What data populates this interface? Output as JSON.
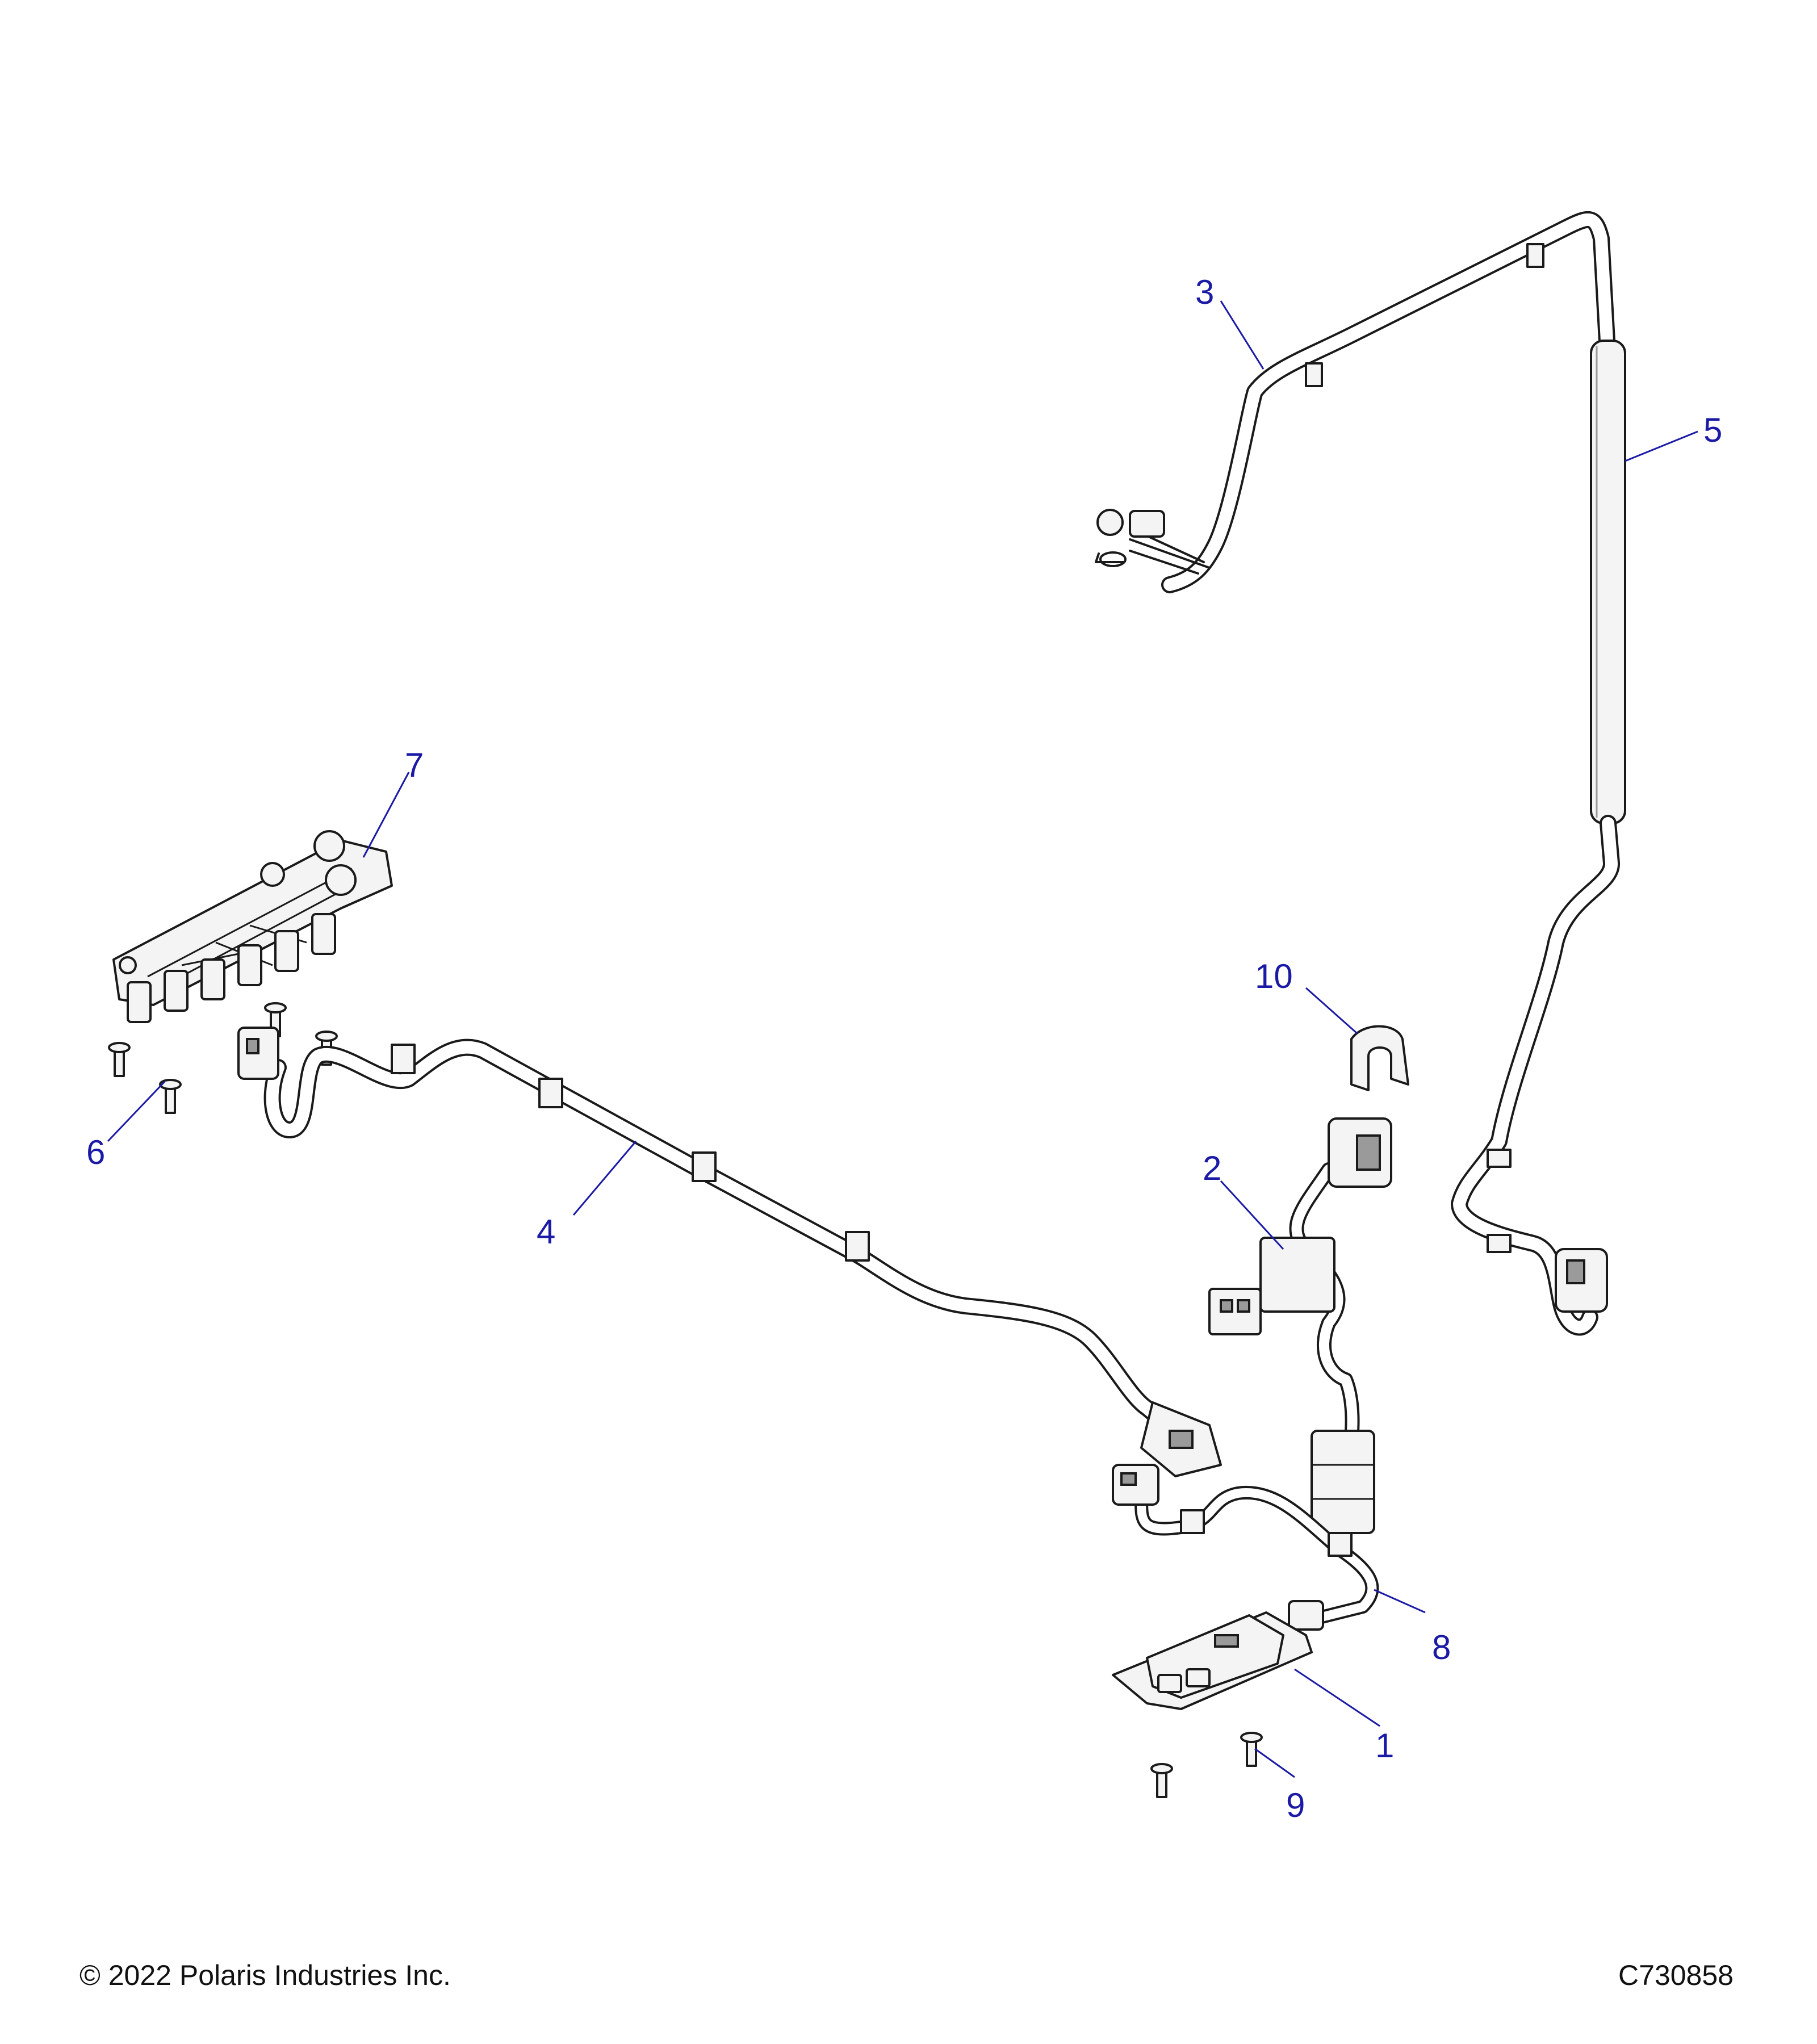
{
  "callouts": [
    {
      "id": "1",
      "label": "1"
    },
    {
      "id": "2",
      "label": "2"
    },
    {
      "id": "3",
      "label": "3"
    },
    {
      "id": "4",
      "label": "4"
    },
    {
      "id": "5",
      "label": "5"
    },
    {
      "id": "6",
      "label": "6"
    },
    {
      "id": "7",
      "label": "7"
    },
    {
      "id": "8",
      "label": "8"
    },
    {
      "id": "9",
      "label": "9"
    },
    {
      "id": "10",
      "label": "10"
    }
  ],
  "footer": {
    "copyright": "© 2022 Polaris Industries Inc.",
    "figure_code": "C730858"
  },
  "colors": {
    "callout": "#1a1aa6",
    "line": "#1a1a1a",
    "fill": "#f4f4f4"
  }
}
